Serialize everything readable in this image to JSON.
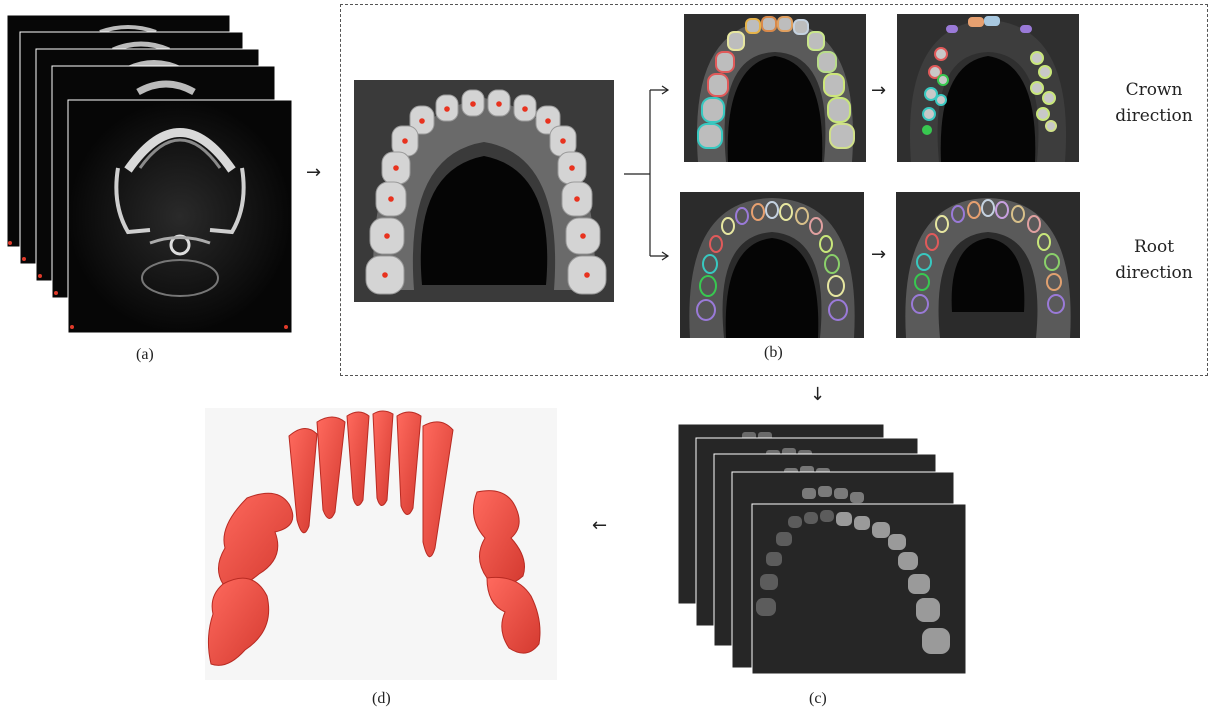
{
  "panels": {
    "a": {
      "label": "(a)"
    },
    "b": {
      "label": "(b)",
      "crown_line1": "Crown",
      "crown_line2": "direction",
      "root_line1": "Root",
      "root_line2": "direction"
    },
    "c": {
      "label": "(c)"
    },
    "d": {
      "label": "(d)"
    }
  },
  "colors": {
    "background": "#ffffff",
    "ct_dark": "#0b0b0b",
    "tooth_gray": "#cfcfcf",
    "landmark_red": "#e8321e",
    "model_red": "#ec4a3f",
    "mask_bg": "#262626",
    "mask_tooth": "#9a9a9a",
    "dashed_border": "#555555"
  },
  "icons": {
    "right_arrow": "→",
    "down_arrow": "↓",
    "left_arrow": "←"
  }
}
